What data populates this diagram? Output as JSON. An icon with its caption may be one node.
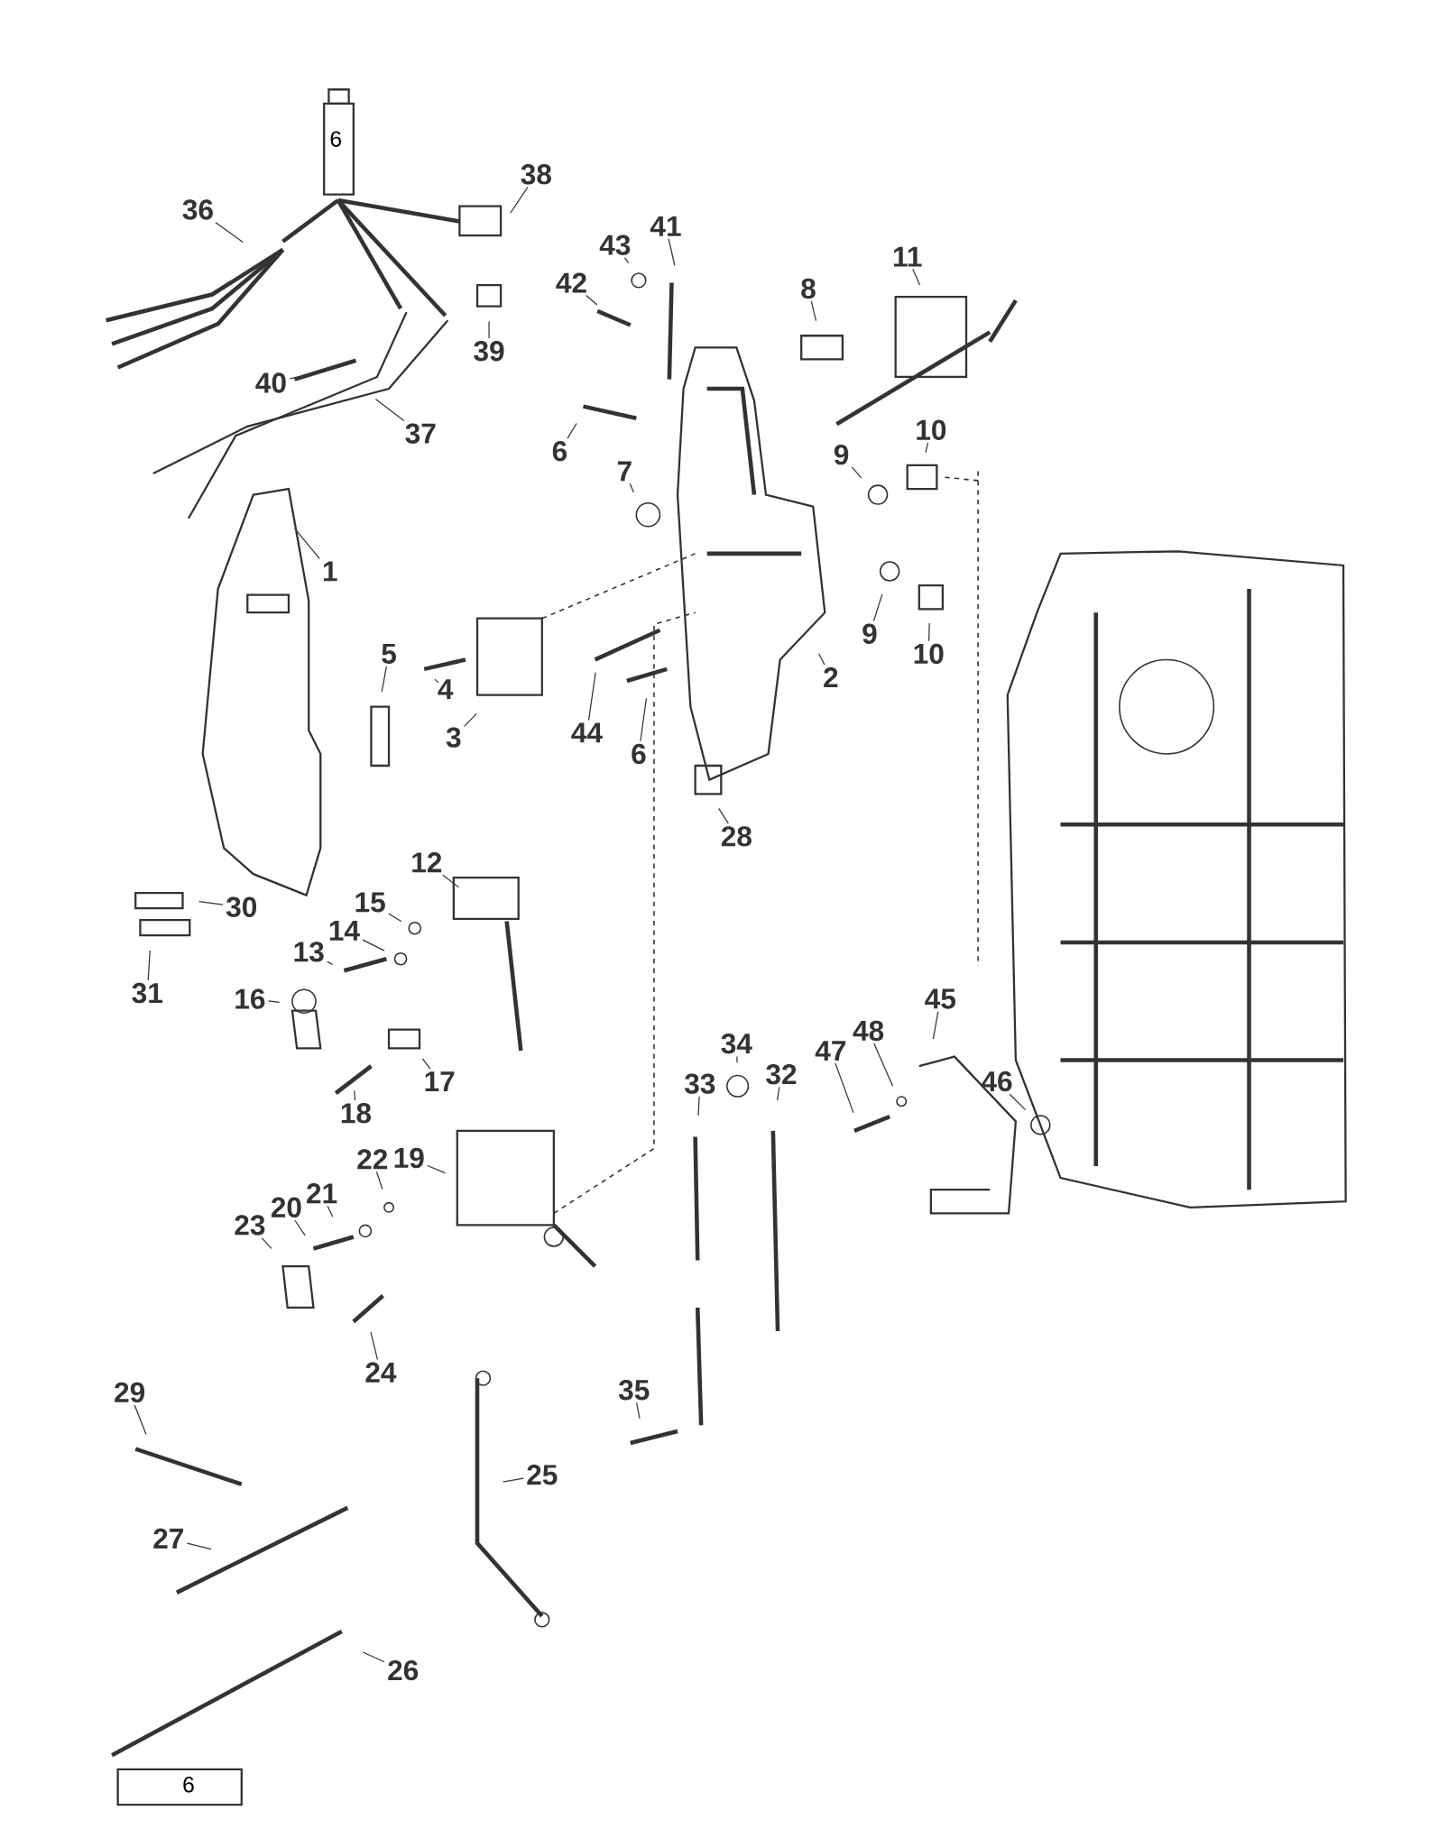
{
  "diagram": {
    "nodes": [
      {
        "text": [
          "38"
        ]
      },
      {
        "text": [
          "36"
        ]
      },
      {
        "text": [
          "41"
        ]
      },
      {
        "text": [
          "43"
        ]
      },
      {
        "text": [
          "11"
        ]
      },
      {
        "text": [
          "42"
        ]
      },
      {
        "text": [
          "8"
        ]
      },
      {
        "text": [
          "39"
        ]
      },
      {
        "text": [
          "40"
        ]
      },
      {
        "text": [
          "37"
        ]
      },
      {
        "text": [
          "6"
        ]
      },
      {
        "text": [
          "7"
        ]
      },
      {
        "text": [
          "10"
        ]
      },
      {
        "text": [
          "9"
        ]
      },
      {
        "text": [
          "1"
        ]
      },
      {
        "text": [
          "5"
        ]
      },
      {
        "text": [
          "2"
        ]
      },
      {
        "text": [
          "9"
        ]
      },
      {
        "text": [
          "10"
        ]
      },
      {
        "text": [
          "4"
        ]
      },
      {
        "text": [
          "3"
        ]
      },
      {
        "text": [
          "44"
        ]
      },
      {
        "text": [
          "6"
        ]
      },
      {
        "text": [
          "28"
        ]
      },
      {
        "text": [
          "12"
        ]
      },
      {
        "text": [
          "30"
        ]
      },
      {
        "text": [
          "15"
        ]
      },
      {
        "text": [
          "14"
        ]
      },
      {
        "text": [
          "13"
        ]
      },
      {
        "text": [
          "31"
        ]
      },
      {
        "text": [
          "16"
        ]
      },
      {
        "text": [
          "45"
        ]
      },
      {
        "text": [
          "34"
        ]
      },
      {
        "text": [
          "48"
        ]
      },
      {
        "text": [
          "47"
        ]
      },
      {
        "text": [
          "32"
        ]
      },
      {
        "text": [
          "33"
        ]
      },
      {
        "text": [
          "17"
        ]
      },
      {
        "text": [
          "46"
        ]
      },
      {
        "text": [
          "18"
        ]
      },
      {
        "text": [
          "19"
        ]
      },
      {
        "text": [
          "22"
        ]
      },
      {
        "text": [
          "21"
        ]
      },
      {
        "text": [
          "20"
        ]
      },
      {
        "text": [
          "23"
        ]
      },
      {
        "text": [
          "24"
        ]
      },
      {
        "text": [
          "35"
        ]
      },
      {
        "text": [
          "29"
        ]
      },
      {
        "text": [
          "25"
        ]
      },
      {
        "text": [
          "27"
        ]
      },
      {
        "text": [
          "26"
        ]
      }
    ],
    "edges": [
      {
        "from": 0,
        "to": null,
        "arrow": "none"
      },
      {
        "from": 1,
        "to": null,
        "arrow": "none"
      },
      {
        "from": 2,
        "to": null,
        "arrow": "none"
      },
      {
        "from": 3,
        "to": null,
        "arrow": "none"
      },
      {
        "from": 4,
        "to": null,
        "arrow": "none"
      },
      {
        "from": 5,
        "to": null,
        "arrow": "none"
      },
      {
        "from": 6,
        "to": null,
        "arrow": "none"
      },
      {
        "from": 7,
        "to": null,
        "arrow": "none"
      },
      {
        "from": 8,
        "to": null,
        "arrow": "none"
      },
      {
        "from": 9,
        "to": null,
        "arrow": "none"
      },
      {
        "from": 10,
        "to": null,
        "arrow": "none"
      },
      {
        "from": 11,
        "to": null,
        "arrow": "none"
      },
      {
        "from": 12,
        "to": null,
        "arrow": "none"
      },
      {
        "from": 13,
        "to": null,
        "arrow": "none"
      },
      {
        "from": 14,
        "to": null,
        "arrow": "none"
      },
      {
        "from": 15,
        "to": null,
        "arrow": "none"
      },
      {
        "from": 16,
        "to": null,
        "arrow": "none"
      },
      {
        "from": 17,
        "to": null,
        "arrow": "none"
      },
      {
        "from": 18,
        "to": null,
        "arrow": "none"
      },
      {
        "from": 19,
        "to": null,
        "arrow": "none"
      },
      {
        "from": 20,
        "to": null,
        "arrow": "none"
      },
      {
        "from": 21,
        "to": null,
        "arrow": "none"
      },
      {
        "from": 22,
        "to": null,
        "arrow": "none"
      },
      {
        "from": 23,
        "to": null,
        "arrow": "none"
      },
      {
        "from": 24,
        "to": null,
        "arrow": "none"
      },
      {
        "from": 25,
        "to": null,
        "arrow": "none"
      },
      {
        "from": 26,
        "to": null,
        "arrow": "none"
      },
      {
        "from": 27,
        "to": null,
        "arrow": "none"
      },
      {
        "from": 28,
        "to": null,
        "arrow": "none"
      },
      {
        "from": 29,
        "to": null,
        "arrow": "none"
      },
      {
        "from": 30,
        "to": null,
        "arrow": "none"
      },
      {
        "from": 31,
        "to": null,
        "arrow": "none"
      },
      {
        "from": 32,
        "to": null,
        "arrow": "none"
      },
      {
        "from": 33,
        "to": null,
        "arrow": "none"
      },
      {
        "from": 34,
        "to": null,
        "arrow": "none"
      },
      {
        "from": 35,
        "to": null,
        "arrow": "none"
      },
      {
        "from": 36,
        "to": null,
        "arrow": "none"
      },
      {
        "from": 37,
        "to": null,
        "arrow": "none"
      },
      {
        "from": 38,
        "to": null,
        "arrow": "none"
      },
      {
        "from": 39,
        "to": null,
        "arrow": "none"
      },
      {
        "from": 40,
        "to": null,
        "arrow": "none"
      },
      {
        "from": 41,
        "to": null,
        "arrow": "none"
      },
      {
        "from": 42,
        "to": null,
        "arrow": "none"
      },
      {
        "from": 43,
        "to": null,
        "arrow": "none"
      },
      {
        "from": 44,
        "to": null,
        "arrow": "none"
      },
      {
        "from": 45,
        "to": null,
        "arrow": "none"
      },
      {
        "from": 46,
        "to": null,
        "arrow": "none"
      },
      {
        "from": 47,
        "to": null,
        "arrow": "none"
      },
      {
        "from": 48,
        "to": null,
        "arrow": "none"
      },
      {
        "from": 49,
        "to": null,
        "arrow": "none"
      },
      {
        "from": 50,
        "to": null,
        "arrow": "none"
      }
    ],
    "labels": [
      "6",
      "6"
    ]
  }
}
